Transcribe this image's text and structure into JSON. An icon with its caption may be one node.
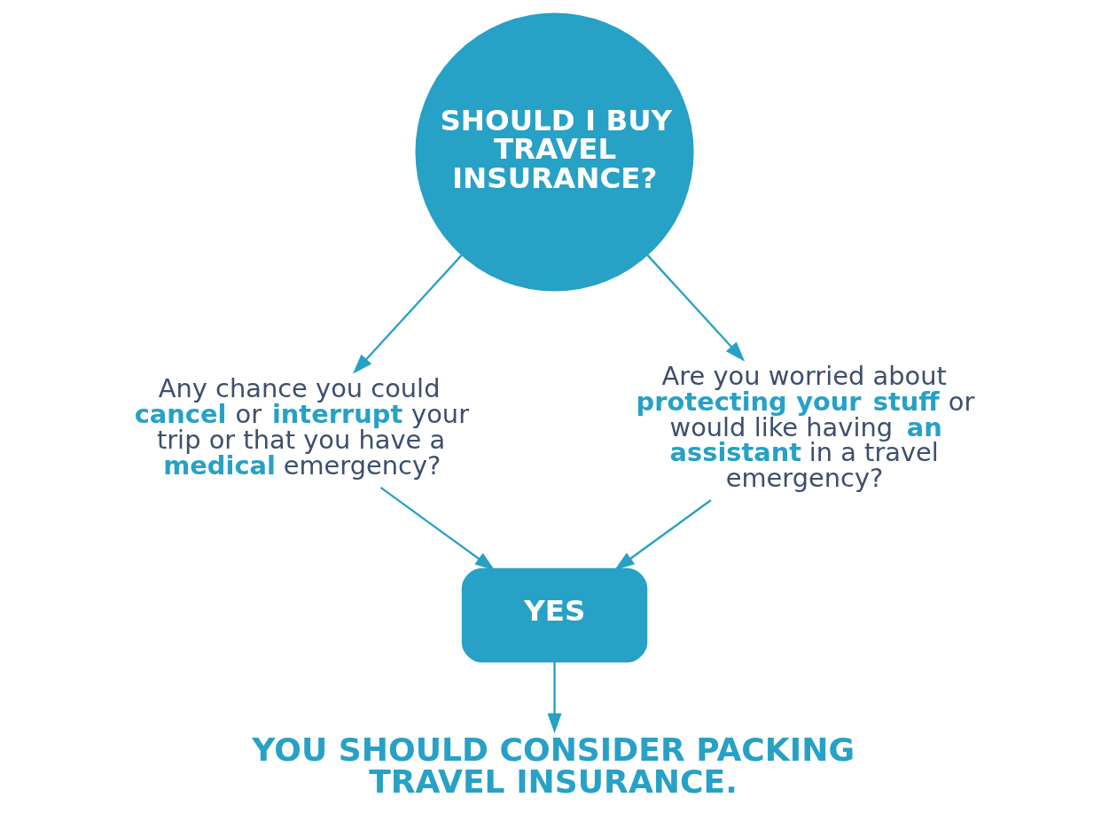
{
  "diagram": {
    "nodes": [
      {
        "text": [
          "SHOULD I BUY TRAVEL INSURANCE?"
        ]
      },
      {
        "text": [
          "Any chance you could **cancel** or **interrupt** your trip or that you have a **medical** emergency?"
        ]
      },
      {
        "text": [
          "Are you worried about **protecting your stuff** or would like having **an assistant** in a travel emergency?"
        ]
      },
      {
        "text": [
          "YES"
        ]
      },
      {
        "text": [
          "YOU SHOULD CONSIDER PACKING TRAVEL INSURANCE."
        ]
      }
    ],
    "edges": [
      {
        "from": 0,
        "to": 1,
        "arrow": "to"
      },
      {
        "from": 0,
        "to": 2,
        "arrow": "to"
      },
      {
        "from": 1,
        "to": 3,
        "arrow": "to"
      },
      {
        "from": 2,
        "to": 3,
        "arrow": "to"
      },
      {
        "from": 3,
        "to": 4,
        "arrow": "to"
      }
    ]
  }
}
